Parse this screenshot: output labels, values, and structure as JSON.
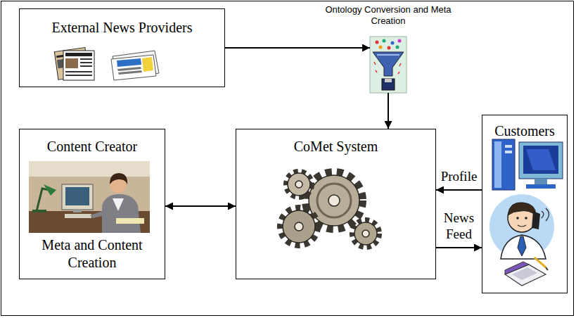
{
  "diagram": {
    "nodes": [
      {
        "text": [
          "External News Providers"
        ]
      },
      {
        "text": [
          "Ontology Conversion and Meta Creation"
        ]
      },
      {
        "text": [
          "Content Creator",
          "Meta and Content Creation"
        ]
      },
      {
        "text": [
          "CoMet System"
        ]
      },
      {
        "text": [
          "Customers"
        ]
      }
    ],
    "edges": [
      {
        "from": 0,
        "to": 1,
        "arrow": "to"
      },
      {
        "from": 1,
        "to": 3,
        "arrow": "to"
      },
      {
        "from": 2,
        "to": 3,
        "arrow": "both"
      },
      {
        "from": 4,
        "to": 3,
        "label": "Profile",
        "arrow": "to"
      },
      {
        "from": 3,
        "to": 4,
        "label": "News Feed",
        "arrow": "to"
      }
    ]
  }
}
